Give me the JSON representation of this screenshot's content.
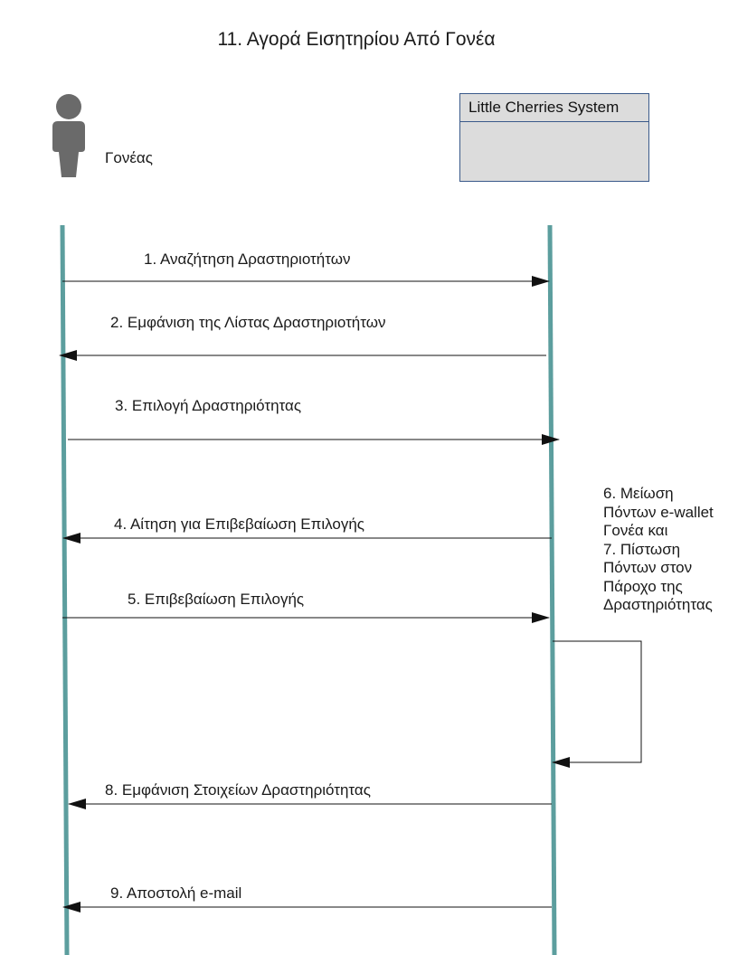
{
  "title": "11. Αγορά Εισητηρίου Από Γονέα",
  "actor": {
    "label": "Γονέας",
    "icon": "user-icon"
  },
  "system": {
    "label": "Little Cherries System"
  },
  "colors": {
    "lifeline": "#5c9e9e",
    "system_box_fill": "#dcdcdc",
    "system_box_border": "#3a5a8a",
    "actor_icon": "#6a6a6a",
    "arrow": "#111111"
  },
  "messages": [
    {
      "label": "1. Αναζήτηση Δραστηριοτήτων",
      "direction": "to-system"
    },
    {
      "label": "2.  Εμφάνιση της Λίστας Δραστηριοτήτων",
      "direction": "to-actor"
    },
    {
      "label": "3. Επιλογή Δραστηριότητας",
      "direction": "to-system"
    },
    {
      "label": "4. Αίτηση για Επιβεβαίωση Επιλογής",
      "direction": "to-actor"
    },
    {
      "label": "5. Επιβεβαίωση Επιλογής",
      "direction": "to-system"
    },
    {
      "label": "8. Εμφάνιση Στοιχείων Δραστηριότητας",
      "direction": "to-actor"
    },
    {
      "label": "9. Αποστολή e-mail",
      "direction": "to-actor"
    }
  ],
  "self_message": {
    "lines": [
      "6. Μείωση",
      "Πόντων e-wallet",
      "Γονέα και",
      "7. Πίστωση",
      "Πόντων στον",
      "Πάροχο της",
      "Δραστηριότητας"
    ]
  }
}
